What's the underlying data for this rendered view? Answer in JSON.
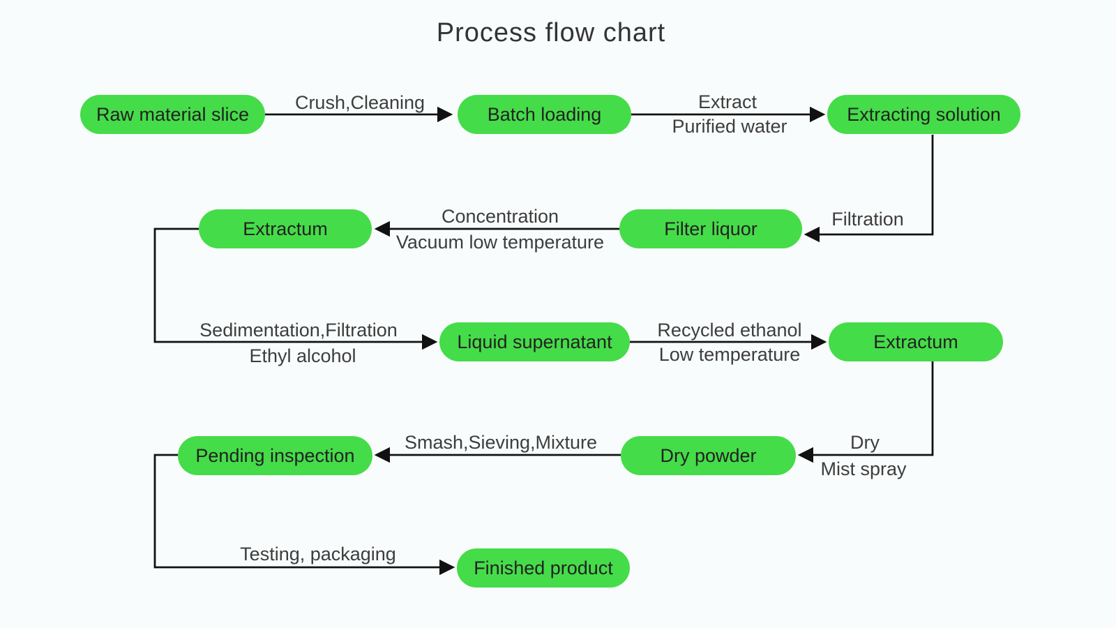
{
  "title": "Process flow chart",
  "colors": {
    "node_fill": "#45DC49",
    "line": "#111111",
    "label_text": "#3d3d3d",
    "node_text": "#222222",
    "background": "#f9fcfc"
  },
  "nodes": [
    {
      "id": "raw-material-slice",
      "label": "Raw material slice"
    },
    {
      "id": "batch-loading",
      "label": "Batch loading"
    },
    {
      "id": "extracting-solution",
      "label": "Extracting solution"
    },
    {
      "id": "extractum-1",
      "label": "Extractum"
    },
    {
      "id": "filter-liquor",
      "label": "Filter liquor"
    },
    {
      "id": "liquid-supernatant",
      "label": "Liquid supernatant"
    },
    {
      "id": "extractum-2",
      "label": "Extractum"
    },
    {
      "id": "pending-inspection",
      "label": "Pending inspection"
    },
    {
      "id": "dry-powder",
      "label": "Dry powder"
    },
    {
      "id": "finished-product",
      "label": "Finished product"
    }
  ],
  "edges": [
    {
      "from": "raw-material-slice",
      "to": "batch-loading",
      "labels": [
        "Crush,Cleaning"
      ]
    },
    {
      "from": "batch-loading",
      "to": "extracting-solution",
      "labels": [
        "Extract",
        "Purified water"
      ]
    },
    {
      "from": "extracting-solution",
      "to": "filter-liquor",
      "labels": [
        "Filtration"
      ]
    },
    {
      "from": "filter-liquor",
      "to": "extractum-1",
      "labels": [
        "Concentration",
        "Vacuum low temperature"
      ]
    },
    {
      "from": "extractum-1",
      "to": "liquid-supernatant",
      "labels": [
        "Sedimentation,Filtration",
        "Ethyl alcohol"
      ]
    },
    {
      "from": "liquid-supernatant",
      "to": "extractum-2",
      "labels": [
        "Recycled ethanol",
        "Low temperature"
      ]
    },
    {
      "from": "extractum-2",
      "to": "dry-powder",
      "labels": [
        "Dry",
        "Mist spray"
      ]
    },
    {
      "from": "dry-powder",
      "to": "pending-inspection",
      "labels": [
        "Smash,Sieving,Mixture"
      ]
    },
    {
      "from": "pending-inspection",
      "to": "finished-product",
      "labels": [
        "Testing, packaging"
      ]
    }
  ]
}
